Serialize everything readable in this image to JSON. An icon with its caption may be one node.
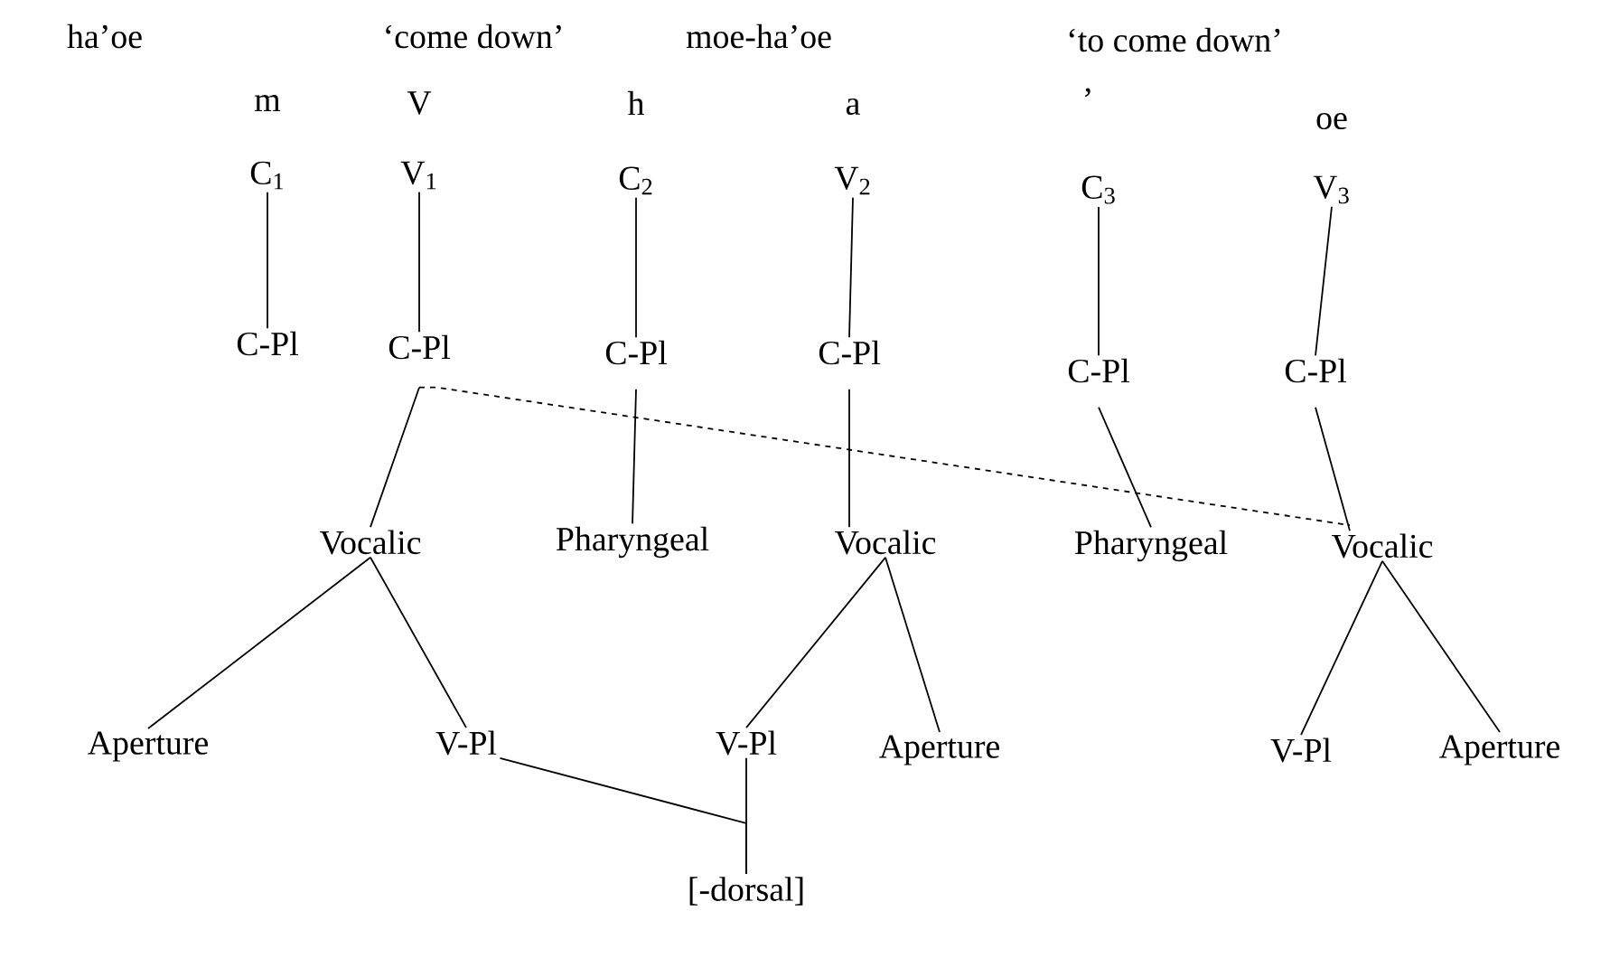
{
  "diagram": {
    "nodes": [
      {
        "text": [
          "C$_{1}$"
        ]
      },
      {
        "text": [
          "V$_{1}$"
        ]
      },
      {
        "text": [
          "C$_{2}$"
        ]
      },
      {
        "text": [
          "V$_{2}$"
        ]
      },
      {
        "text": [
          "C$_{3}$"
        ]
      },
      {
        "text": [
          "V$_{3}$"
        ]
      },
      {
        "text": [
          "C-Pl"
        ]
      },
      {
        "text": [
          "C-Pl"
        ]
      },
      {
        "text": [
          "C-Pl"
        ]
      },
      {
        "text": [
          "C-Pl"
        ]
      },
      {
        "text": [
          "C-Pl"
        ]
      },
      {
        "text": [
          "C-Pl"
        ]
      },
      {
        "text": [
          "Vocalic"
        ]
      },
      {
        "text": [
          "Pharyngeal"
        ]
      },
      {
        "text": [
          "Vocalic"
        ]
      },
      {
        "text": [
          "Pharyngeal"
        ]
      },
      {
        "text": [
          "Vocalic"
        ]
      },
      {
        "text": [
          "Aperture"
        ]
      },
      {
        "text": [
          "V-Pl"
        ]
      },
      {
        "text": [
          "V-Pl"
        ]
      },
      {
        "text": [
          "Aperture"
        ]
      },
      {
        "text": [
          "V-Pl"
        ]
      },
      {
        "text": [
          "Aperture"
        ]
      },
      {
        "text": [
          "[-dorsal]"
        ]
      }
    ],
    "edges": [
      {
        "from": 0,
        "to": 6,
        "arrow": "none"
      },
      {
        "from": 1,
        "to": 7,
        "arrow": "none"
      },
      {
        "from": 2,
        "to": 8,
        "arrow": "none"
      },
      {
        "from": 3,
        "to": 9,
        "arrow": "none"
      },
      {
        "from": 4,
        "to": 10,
        "arrow": "none"
      },
      {
        "from": 5,
        "to": 11,
        "arrow": "none"
      },
      {
        "from": 7,
        "to": 12,
        "arrow": "none"
      },
      {
        "from": 8,
        "to": 13,
        "arrow": "none"
      },
      {
        "from": 9,
        "to": 14,
        "arrow": "none"
      },
      {
        "from": 10,
        "to": 15,
        "arrow": "none"
      },
      {
        "from": 11,
        "to": 16,
        "arrow": "none"
      },
      {
        "from": 7,
        "to": 16,
        "arrow": "none",
        "style": "dashed"
      },
      {
        "from": 12,
        "to": 17,
        "arrow": "none"
      },
      {
        "from": 12,
        "to": 18,
        "arrow": "none"
      },
      {
        "from": 14,
        "to": 19,
        "arrow": "none"
      },
      {
        "from": 14,
        "to": 20,
        "arrow": "none"
      },
      {
        "from": 16,
        "to": 21,
        "arrow": "none"
      },
      {
        "from": 16,
        "to": 22,
        "arrow": "none"
      },
      {
        "from": 18,
        "to": 23,
        "arrow": "none"
      },
      {
        "from": 19,
        "to": 23,
        "arrow": "none"
      }
    ],
    "labels": [
      "ha’oe",
      "‘come down’",
      "moe-ha’oe",
      "‘to come down’",
      "m",
      "V",
      "h",
      "a",
      "’",
      "oe"
    ]
  }
}
